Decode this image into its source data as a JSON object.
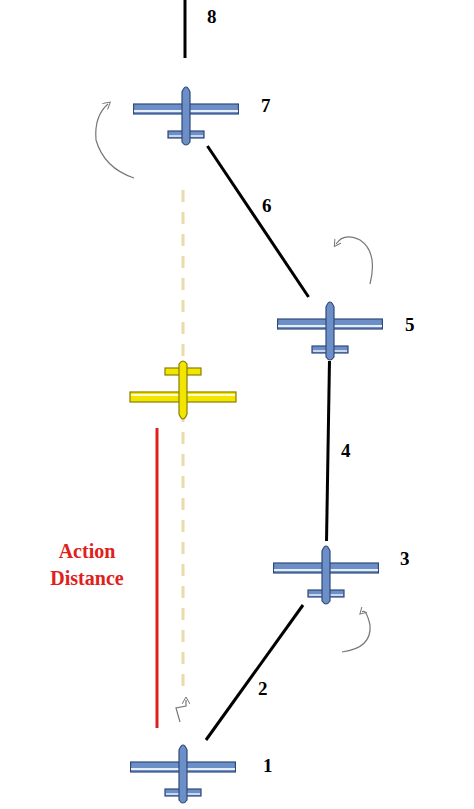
{
  "diagram": {
    "nodes": [
      {
        "text": [
          "1"
        ]
      },
      {
        "text": [
          "3"
        ]
      },
      {
        "text": [
          "5"
        ]
      },
      {
        "text": [
          "7"
        ]
      }
    ],
    "edges": [
      {
        "from": 0,
        "to": 1,
        "arrow": "none",
        "label": "2"
      },
      {
        "from": 1,
        "to": 2,
        "arrow": "none",
        "label": "4"
      },
      {
        "from": 2,
        "to": 3,
        "arrow": "none",
        "label": "6"
      }
    ],
    "labels": [
      "8",
      "Action Distance"
    ]
  }
}
